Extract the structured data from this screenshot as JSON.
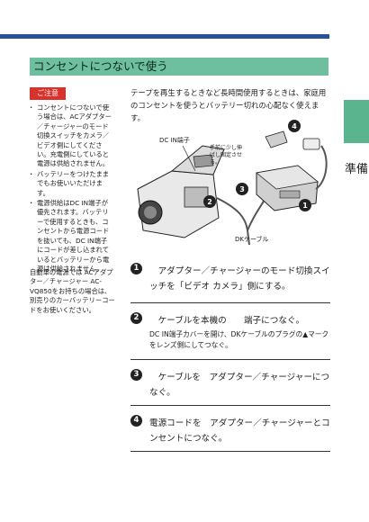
{
  "heading": "コンセントにつないで使う",
  "side_label": "準備",
  "caution": {
    "badge": "ご注意",
    "items": [
      "コンセントにつないで使う場合は、ACアダプター／チャージャーのモード切換スイッチをカメラ／ビデオ側にしてください。充電側にしていると電源は供給されません。",
      "バッテリーをつけたままでもお使いいただけます。",
      "電源供給はDC IN端子が優先されます。バッテリーで使用するときも、コンセントから電源コードを抜いても、DC IN端子にコードが差し込まれているとバッテリーから電源は供給されません。"
    ],
    "note": "自動車の電源では ACアダプター／チャージャー AC-VQ850をお持ちの場合は、別売りのカーバッテリーコードをお使いください。"
  },
  "intro": "テープを再生するときなど長時間使用するときは、家庭用のコンセントを使うとバッテリー切れの心配なく使えます。",
  "diagram": {
    "label_dcin": "DC IN端子",
    "label_note": "手前に少し伸ばし固定させる。",
    "label_cable": "DKケーブル",
    "markers": [
      "1",
      "2",
      "3",
      "4"
    ]
  },
  "steps": [
    {
      "num": "1",
      "main": "　アダプター／チャージャーのモード切換スイッチを「ビデオ カメラ」側にする。",
      "sub": ""
    },
    {
      "num": "2",
      "main": "　ケーブルを本機の　　端子につなぐ。",
      "sub": "DC IN端子カバーを開け、DKケーブルのプラグの▲マークをレンズ側にしてつなぐ。"
    },
    {
      "num": "3",
      "main": "　ケーブルを　アダプター／チャージャーにつなぐ。",
      "sub": ""
    },
    {
      "num": "4",
      "main": "電源コードを　アダプター／チャージャーとコンセントにつなぐ。",
      "sub": ""
    }
  ]
}
